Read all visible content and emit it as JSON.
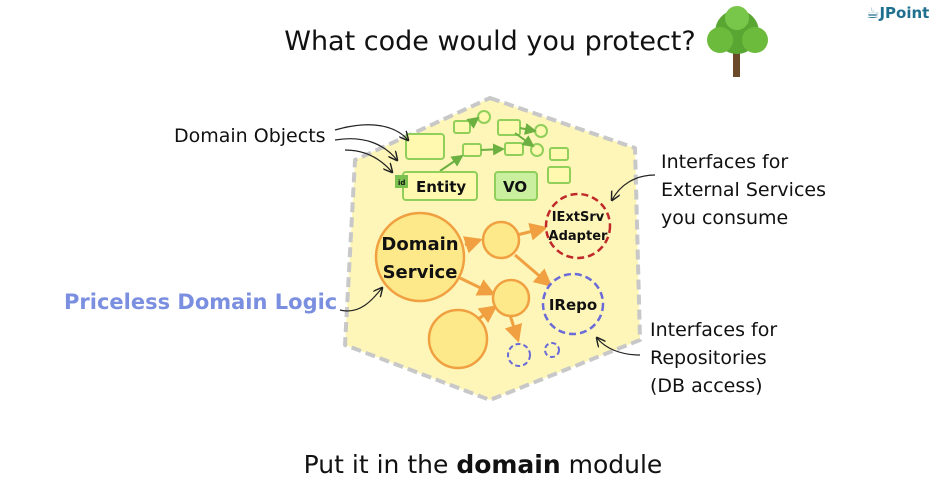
{
  "title": "What code would you protect?",
  "footer": {
    "prefix": "Put it in the ",
    "bold": "domain",
    "suffix": " module"
  },
  "logo": "JPoint",
  "labels": {
    "domain_objects": "Domain Objects",
    "external_services": [
      "Interfaces for",
      "External Services",
      "you consume"
    ],
    "repositories": [
      "Interfaces for",
      "Repositories",
      "(DB access)"
    ],
    "priceless": "Priceless Domain Logic"
  },
  "diagram": {
    "entity": "Entity",
    "entity_badge": "id",
    "vo": "VO",
    "domain_service": [
      "Domain",
      "Service"
    ],
    "ext_adapter": [
      "IExtSrv",
      "Adapter"
    ],
    "repo": "IRepo"
  },
  "colors": {
    "hex_fill": "#fdf6b8",
    "hex_border": "#c8c8c8",
    "green": "#8fcf5a",
    "orange": "#f0a040",
    "red_dash": "#c0282a",
    "blue_dash": "#6a6ad8",
    "accent": "#7b8fe0"
  }
}
